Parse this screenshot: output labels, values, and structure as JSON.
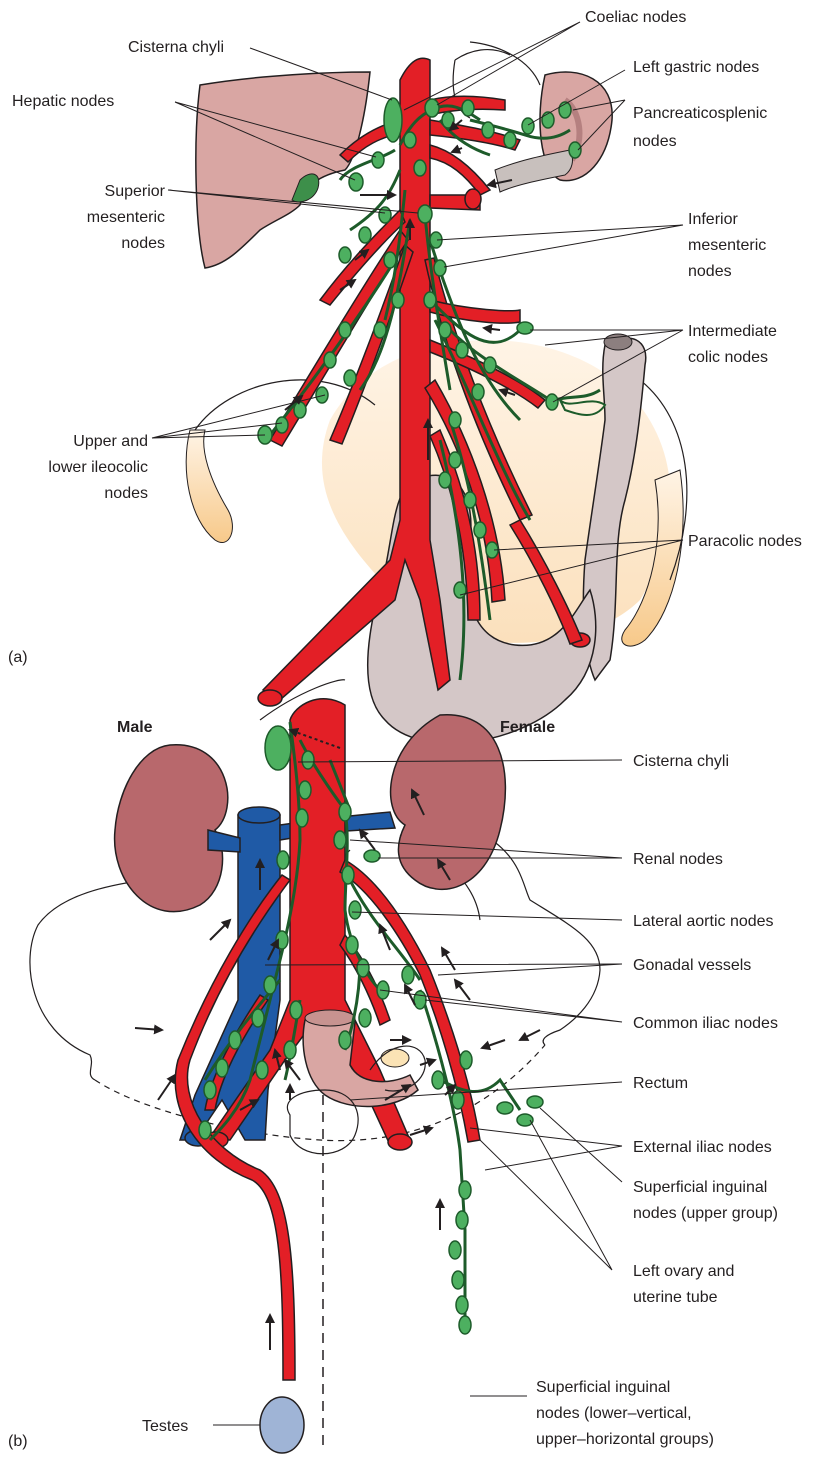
{
  "panel_a": {
    "panel_letter": "(a)",
    "labels": {
      "coeliac": "Coeliac nodes",
      "cisterna": "Cisterna chyli",
      "left_gastric": "Left gastric nodes",
      "hepatic": "Hepatic nodes",
      "pancreatico_1": "Pancreaticosplenic",
      "pancreatico_2": "nodes",
      "superior_1": "Superior",
      "superior_2": "mesenteric",
      "superior_3": "nodes",
      "inferior_1": "Inferior",
      "inferior_2": "mesenteric",
      "inferior_3": "nodes",
      "intermediate_1": "Intermediate",
      "intermediate_2": "colic nodes",
      "ileocolic_1": "Upper and",
      "ileocolic_2": "lower ileocolic",
      "ileocolic_3": "nodes",
      "paracolic": "Paracolic nodes"
    }
  },
  "panel_b": {
    "panel_letter": "(b)",
    "labels": {
      "male": "Male",
      "female": "Female",
      "cisterna": "Cisterna chyli",
      "renal": "Renal nodes",
      "lateral_aortic": "Lateral aortic nodes",
      "gonadal": "Gonadal vessels",
      "common_iliac": "Common iliac nodes",
      "rectum": "Rectum",
      "external_iliac": "External iliac nodes",
      "superficial_upper_1": "Superficial inguinal",
      "superficial_upper_2": "nodes (upper group)",
      "ovary_1": "Left ovary and",
      "ovary_2": "uterine tube",
      "superficial_lower_1": "Superficial inguinal",
      "superficial_lower_2": "nodes (lower–vertical,",
      "superficial_lower_3": "upper–horizontal groups)",
      "testes": "Testes"
    }
  },
  "colors": {
    "artery": "#e31f26",
    "vein": "#1f5aa6",
    "lymph_node": "#4db060",
    "lymph_vessel": "#1d5b2a",
    "liver": "#d9a6a3",
    "spleen": "#d9a6a3",
    "kidney": "#b8686c",
    "colon": "#d4c7c7",
    "mesentery": "#fdebd3",
    "rectum": "#d9a6a3",
    "testes": "#9fb4d6"
  }
}
